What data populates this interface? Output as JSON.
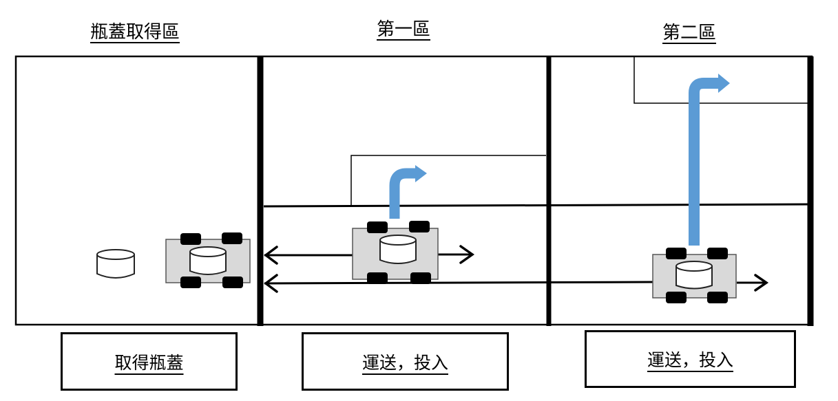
{
  "zones": [
    {
      "title": "瓶蓋取得區",
      "action": "取得瓶蓋"
    },
    {
      "title": "第一區",
      "action": "運送，投入"
    },
    {
      "title": "第二區",
      "action": "運送，投入"
    }
  ],
  "colors": {
    "line": "#000000",
    "cart_body": "#d9d9d9",
    "cart_wheel": "#000000",
    "flow_arrow": "#5b9bd5",
    "bottle_cap": "#ffffff"
  },
  "icons": {
    "cart": "cart-icon",
    "bottle_cap": "bottle-cap-icon",
    "flow_arrow": "bent-arrow-icon",
    "direction_arrow": "double-arrow-icon"
  }
}
